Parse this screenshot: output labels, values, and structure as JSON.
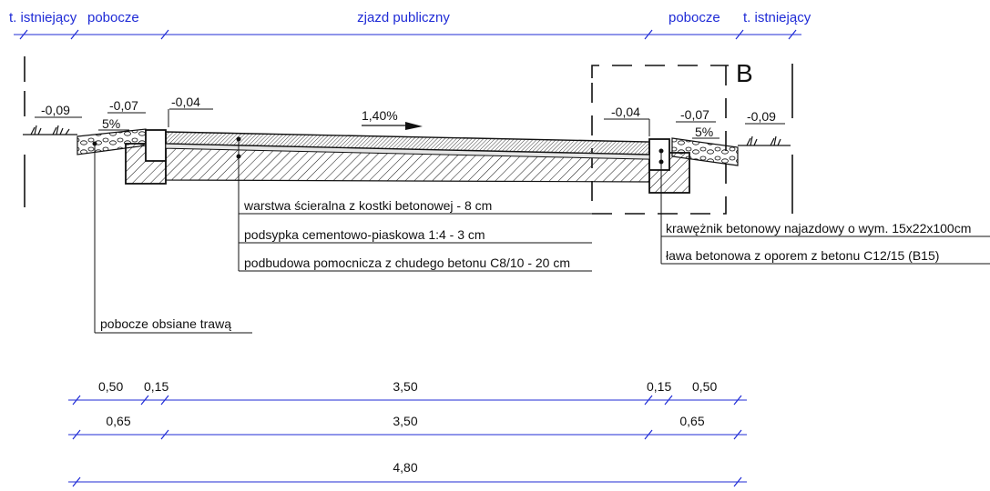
{
  "top_zones": {
    "left_existing": "t. istniejący",
    "left_shoulder": "pobocze",
    "center": "zjazd publiczny",
    "right_shoulder": "pobocze",
    "right_existing": "t. istniejący"
  },
  "detail_mark": "B",
  "levels": {
    "left_outer": "-0,09",
    "left_shoulder": "-0,07",
    "left_curb": "-0,04",
    "right_curb": "-0,04",
    "right_shoulder": "-0,07",
    "right_outer": "-0,09"
  },
  "slopes": {
    "left_shoulder": "5%",
    "road": "1,40%",
    "right_shoulder": "5%"
  },
  "layers": {
    "wearing": "warstwa ścieralna z kostki betonowej - 8 cm",
    "bedding": "podsypka cementowo-piaskowa 1:4 - 3 cm",
    "subbase": "podbudowa pomocnicza z chudego betonu C8/10 - 20 cm"
  },
  "curb": {
    "curb_label": "krawężnik betonowy najazdowy o wym. 15x22x100cm",
    "bench_label": "ława betonowa z oporem z betonu C12/15 (B15)"
  },
  "shoulder_label": "pobocze obsiane trawą",
  "dimensions": {
    "row1": [
      "0,50",
      "0,15",
      "3,50",
      "0,15",
      "0,50"
    ],
    "row2": [
      "0,65",
      "3,50",
      "0,65"
    ],
    "row3": [
      "4,80"
    ]
  },
  "colors": {
    "dimension_blue": "#1f2bd6",
    "ink": "#111111"
  }
}
